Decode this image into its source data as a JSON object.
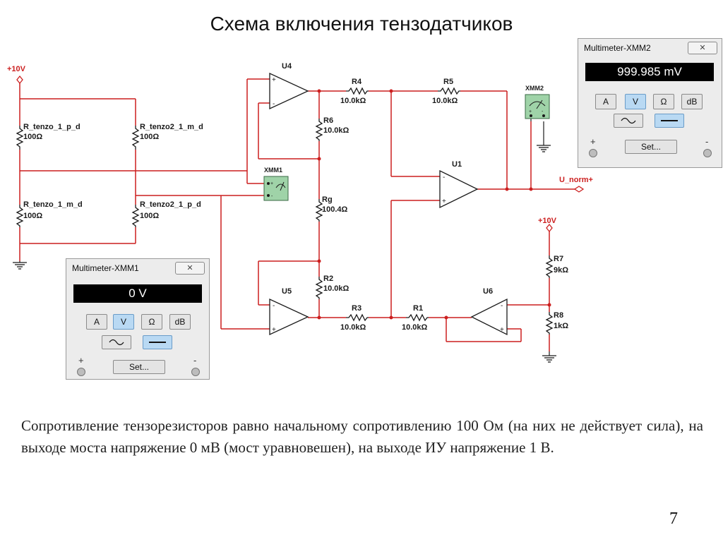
{
  "title": "Схема включения тензодатчиков",
  "labels": {
    "supply_left": "+10V",
    "supply_right": "+10V",
    "r_tenzo_1_p_d": "R_tenzo_1_p_d",
    "r_tenzo_1_p_d_val": "100Ω",
    "r_tenzo2_1_m_d": "R_tenzo2_1_m_d",
    "r_tenzo2_1_m_d_val": "100Ω",
    "r_tenzo_1_m_d": "R_tenzo_1_m_d",
    "r_tenzo_1_m_d_val": "100Ω",
    "r_tenzo2_1_p_d": "R_tenzo2_1_p_d",
    "r_tenzo2_1_p_d_val": "100Ω",
    "u4": "U4",
    "u5": "U5",
    "u1": "U1",
    "u6": "U6",
    "r4": "R4",
    "r4_val": "10.0kΩ",
    "r5": "R5",
    "r5_val": "10.0kΩ",
    "r6": "R6",
    "r6_val": "10.0kΩ",
    "rg": "Rg",
    "rg_val": "100.4Ω",
    "r2": "R2",
    "r2_val": "10.0kΩ",
    "r3": "R3",
    "r3_val": "10.0kΩ",
    "r1": "R1",
    "r1_val": "10.0kΩ",
    "r7": "R7",
    "r7_val": "9kΩ",
    "r8": "R8",
    "r8_val": "1kΩ",
    "xmm1": "XMM1",
    "xmm2": "XMM2",
    "u_norm": "U_norm+",
    "plus": "+",
    "minus": "-"
  },
  "multimeter1": {
    "title": "Multimeter-XMM1",
    "display": "0 V",
    "btn_a": "A",
    "btn_v": "V",
    "btn_ohm": "Ω",
    "btn_db": "dB",
    "set": "Set...",
    "close_icon": "✕",
    "plus": "+",
    "minus": "-"
  },
  "multimeter2": {
    "title": "Multimeter-XMM2",
    "display": "999.985 mV",
    "btn_a": "A",
    "btn_v": "V",
    "btn_ohm": "Ω",
    "btn_db": "dB",
    "set": "Set...",
    "close_icon": "✕",
    "plus": "+",
    "minus": "-"
  },
  "description": "Сопротивление тензорезисторов равно начальному сопротивлению 100 Ом (на них не действует сила), на выходе моста напряжение 0 мВ (мост уравновешен), на выходе ИУ напряжение 1 В.",
  "page_number": "7",
  "colors": {
    "wire": "#cc1f1f",
    "component": "#1a1a1a",
    "meter_fill": "#9fd3a8",
    "active_button": "#b9d9f3"
  }
}
